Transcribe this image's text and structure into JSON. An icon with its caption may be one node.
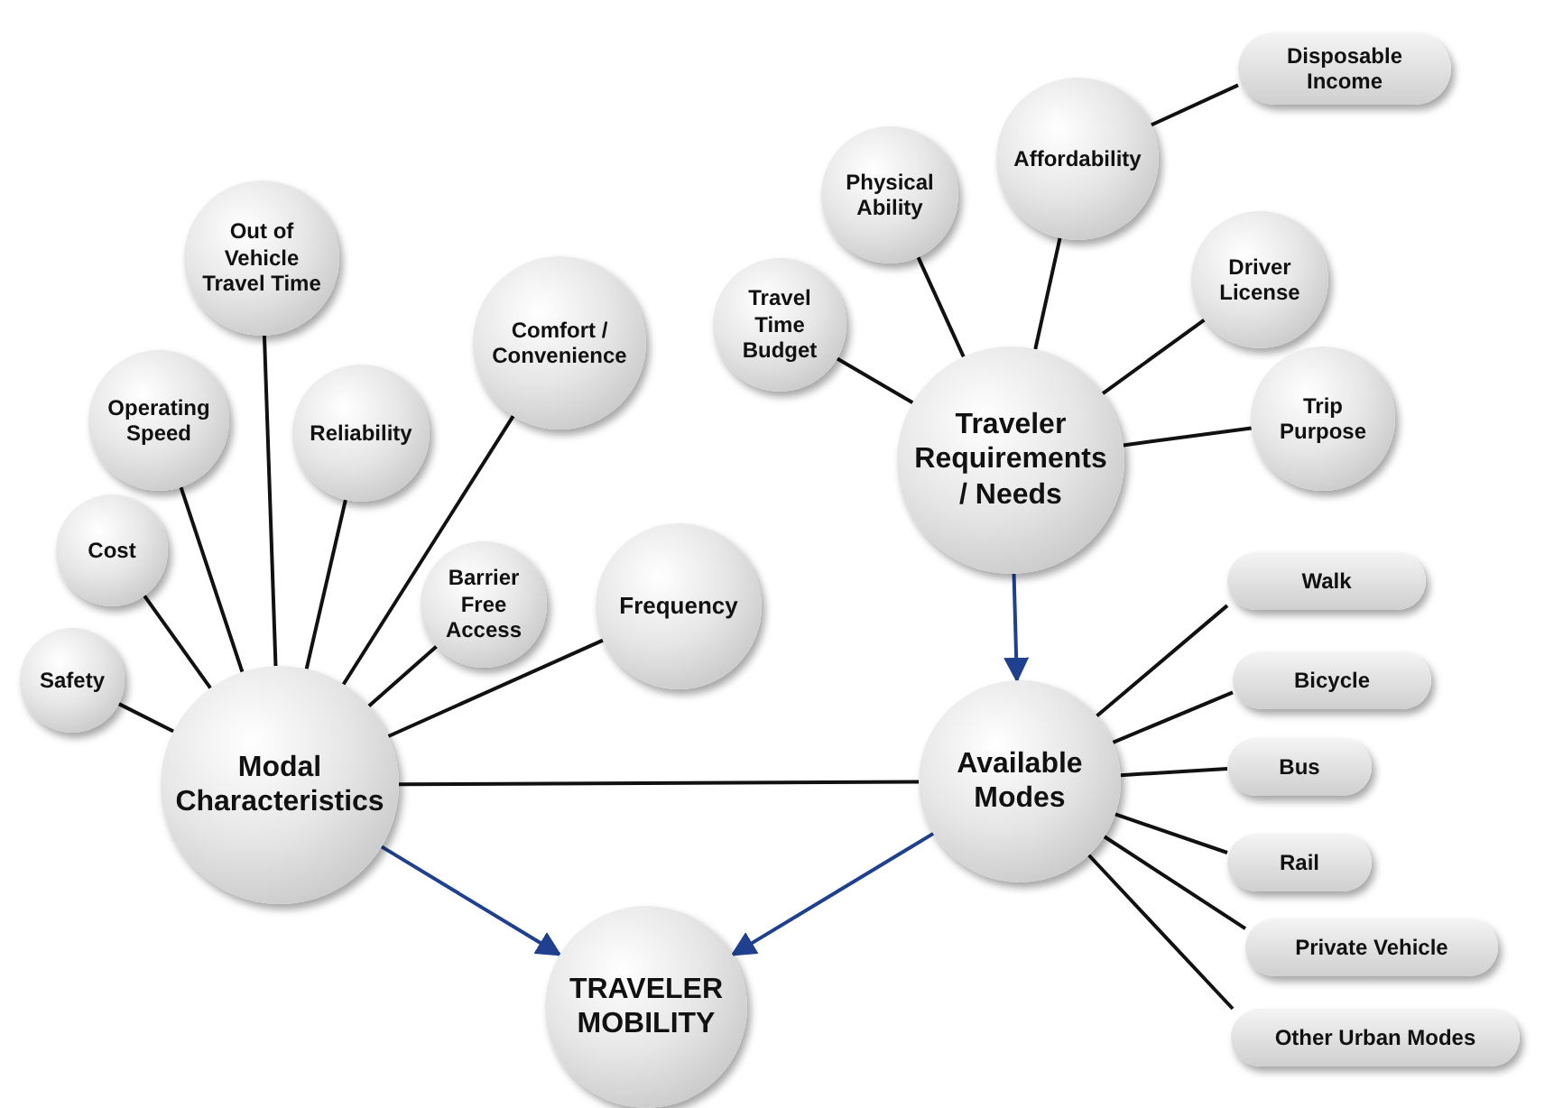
{
  "diagram": {
    "nodes": [
      {
        "text": [
          "Modal Characteristics"
        ]
      },
      {
        "text": [
          "Safety"
        ]
      },
      {
        "text": [
          "Cost"
        ]
      },
      {
        "text": [
          "Operating Speed"
        ]
      },
      {
        "text": [
          "Out of Vehicle Travel Time"
        ]
      },
      {
        "text": [
          "Reliability"
        ]
      },
      {
        "text": [
          "Comfort / Convenience"
        ]
      },
      {
        "text": [
          "Barrier Free Access"
        ]
      },
      {
        "text": [
          "Frequency"
        ]
      },
      {
        "text": [
          "Traveler Requirements / Needs"
        ]
      },
      {
        "text": [
          "Travel Time Budget"
        ]
      },
      {
        "text": [
          "Physical Ability"
        ]
      },
      {
        "text": [
          "Affordability"
        ]
      },
      {
        "text": [
          "Disposable Income"
        ]
      },
      {
        "text": [
          "Driver License"
        ]
      },
      {
        "text": [
          "Trip Purpose"
        ]
      },
      {
        "text": [
          "Available Modes"
        ]
      },
      {
        "text": [
          "Walk"
        ]
      },
      {
        "text": [
          "Bicycle"
        ]
      },
      {
        "text": [
          "Bus"
        ]
      },
      {
        "text": [
          "Rail"
        ]
      },
      {
        "text": [
          "Private Vehicle"
        ]
      },
      {
        "text": [
          "Other Urban Modes"
        ]
      },
      {
        "text": [
          "TRAVELER MOBILITY"
        ]
      }
    ],
    "edges": [
      {
        "from": 0,
        "to": 1,
        "arrow": "none"
      },
      {
        "from": 0,
        "to": 2,
        "arrow": "none"
      },
      {
        "from": 0,
        "to": 3,
        "arrow": "none"
      },
      {
        "from": 0,
        "to": 4,
        "arrow": "none"
      },
      {
        "from": 0,
        "to": 5,
        "arrow": "none"
      },
      {
        "from": 0,
        "to": 6,
        "arrow": "none"
      },
      {
        "from": 0,
        "to": 7,
        "arrow": "none"
      },
      {
        "from": 0,
        "to": 8,
        "arrow": "none"
      },
      {
        "from": 9,
        "to": 10,
        "arrow": "none"
      },
      {
        "from": 9,
        "to": 11,
        "arrow": "none"
      },
      {
        "from": 9,
        "to": 12,
        "arrow": "none"
      },
      {
        "from": 12,
        "to": 13,
        "arrow": "none"
      },
      {
        "from": 9,
        "to": 14,
        "arrow": "none"
      },
      {
        "from": 9,
        "to": 15,
        "arrow": "none"
      },
      {
        "from": 9,
        "to": 16,
        "arrow": "to",
        "color": "#1f3f8f"
      },
      {
        "from": 0,
        "to": 16,
        "arrow": "none"
      },
      {
        "from": 16,
        "to": 17,
        "arrow": "none"
      },
      {
        "from": 16,
        "to": 18,
        "arrow": "none"
      },
      {
        "from": 16,
        "to": 19,
        "arrow": "none"
      },
      {
        "from": 16,
        "to": 20,
        "arrow": "none"
      },
      {
        "from": 16,
        "to": 21,
        "arrow": "none"
      },
      {
        "from": 16,
        "to": 22,
        "arrow": "none"
      },
      {
        "from": 0,
        "to": 23,
        "arrow": "to",
        "color": "#1f3f8f"
      },
      {
        "from": 16,
        "to": 23,
        "arrow": "to",
        "color": "#1f3f8f"
      }
    ]
  }
}
